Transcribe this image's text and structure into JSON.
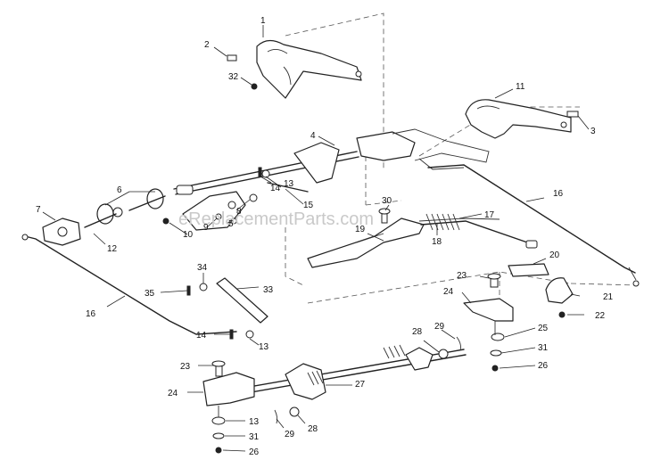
{
  "watermark": "eReplacementParts.com",
  "callouts": {
    "n1": "1",
    "n2": "2",
    "n32": "32",
    "n11": "11",
    "n3": "3",
    "n4": "4",
    "n6": "6",
    "n7": "7",
    "n12": "12",
    "n10": "10",
    "n9": "9",
    "n5": "5",
    "n8": "8",
    "n13a": "13",
    "n14a": "14",
    "n15": "15",
    "n16a": "16",
    "n30": "30",
    "n17": "17",
    "n19": "19",
    "n18": "18",
    "n20": "20",
    "n34": "34",
    "n35": "35",
    "n33": "33",
    "n16b": "16",
    "n14b": "14",
    "n13b": "13",
    "n23a": "23",
    "n24a": "24",
    "n21": "21",
    "n22": "22",
    "n25": "25",
    "n31a": "31",
    "n26a": "26",
    "n28a": "28",
    "n29a": "29",
    "n23b": "23",
    "n24b": "24",
    "n27": "27",
    "n13c": "13",
    "n29b": "29",
    "n28b": "28",
    "n31b": "31",
    "n26b": "26"
  }
}
